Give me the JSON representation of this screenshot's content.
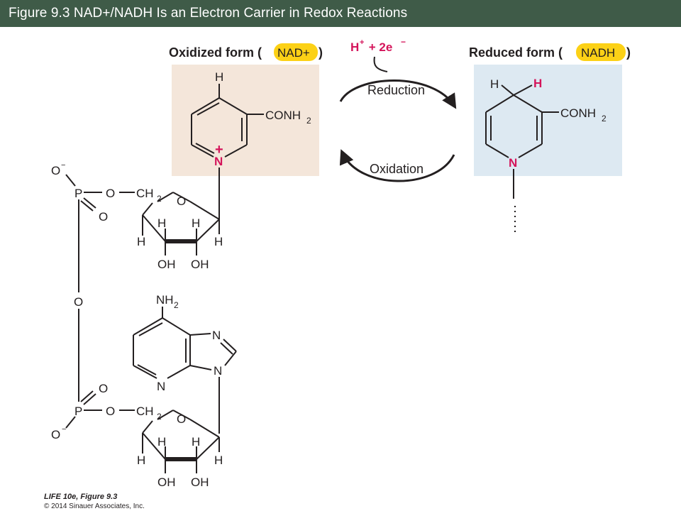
{
  "title": "Figure 9.3 NAD+/NADH Is an Electron Carrier in Redox Reactions",
  "colors": {
    "title_bg": "#3f5b48",
    "oxidized_box": "#f4e6da",
    "reduced_box": "#dde9f2",
    "highlight_pill": "#fcd116",
    "accent_red": "#d4145a"
  },
  "oxidized": {
    "prefix": "Oxidized form (",
    "name": "NAD+",
    "suffix": ")"
  },
  "reduced": {
    "prefix": "Reduced form (",
    "name": "NADH",
    "suffix": ")"
  },
  "electrons": {
    "h": "H",
    "plus": "+",
    "mid": " + 2e",
    "minus": "−"
  },
  "arrows": {
    "reduction": "Reduction",
    "oxidation": "Oxidation"
  },
  "nad_ring": {
    "h_top": "H",
    "conh": "CONH",
    "sub2": "2",
    "n": "N",
    "charge": "+"
  },
  "nadh_ring": {
    "h_left": "H",
    "h_new": "H",
    "conh": "CONH",
    "sub2": "2",
    "n": "N"
  },
  "phosphate_upper": {
    "o_minus": "O",
    "minus": "−",
    "p": "P",
    "o_ester": "O",
    "ch": "CH",
    "sub2": "2",
    "o_double": "O"
  },
  "ribose_upper": {
    "o_ring": "O",
    "h1": "H",
    "h2": "H",
    "h3": "H",
    "h4": "H",
    "oh1": "OH",
    "oh2": "OH"
  },
  "bridge_o": "O",
  "adenine": {
    "nh": "NH",
    "sub2": "2",
    "n7": "N",
    "n9": "N",
    "n1": "N"
  },
  "phosphate_lower": {
    "o_double": "O",
    "p": "P",
    "o_ester": "O",
    "ch": "CH",
    "sub2": "2",
    "o_minus": "O",
    "minus": "−"
  },
  "ribose_lower": {
    "o_ring": "O",
    "h1": "H",
    "h2": "H",
    "h3": "H",
    "h4": "H",
    "oh1": "OH",
    "oh2": "OH"
  },
  "credit": {
    "line1": "LIFE 10e, Figure 9.3",
    "line2": "© 2014 Sinauer Associates, Inc."
  }
}
